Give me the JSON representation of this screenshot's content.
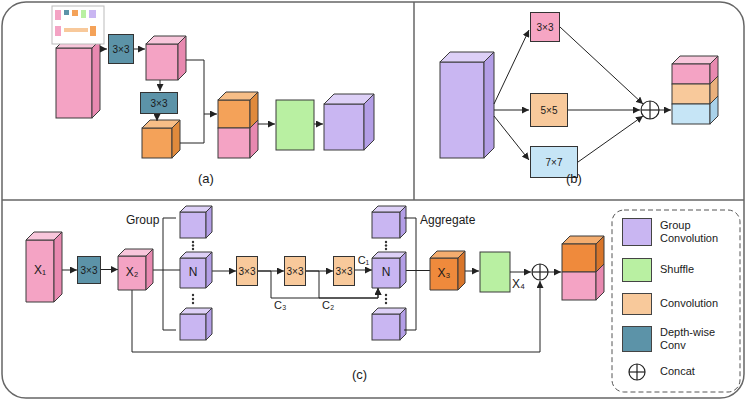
{
  "diagram": {
    "nodes": [
      {
        "text": [
          "3×3"
        ]
      },
      {
        "text": [
          "3×3"
        ]
      },
      {
        "text": [
          "3×3"
        ]
      },
      {
        "text": [
          "5×5"
        ]
      },
      {
        "text": [
          "7×7"
        ]
      },
      {
        "text": [
          "X₁"
        ]
      },
      {
        "text": [
          "3×3"
        ]
      },
      {
        "text": [
          "X₂"
        ]
      },
      {
        "text": [
          "N"
        ]
      },
      {
        "text": [
          "3×3"
        ]
      },
      {
        "text": [
          "3×3"
        ]
      },
      {
        "text": [
          "3×3"
        ]
      },
      {
        "text": [
          "N"
        ]
      },
      {
        "text": [
          "X₃"
        ]
      }
    ],
    "edges": [
      {
        "from": 5,
        "to": 6,
        "arrow": "to"
      },
      {
        "from": 6,
        "to": 7,
        "arrow": "to"
      },
      {
        "from": 7,
        "to": 8,
        "arrow": "none"
      },
      {
        "from": 8,
        "to": 9,
        "arrow": "to"
      },
      {
        "from": 9,
        "to": 10,
        "arrow": "to"
      },
      {
        "from": 10,
        "to": 11,
        "arrow": "to"
      },
      {
        "from": 11,
        "to": 12,
        "label": "C₁",
        "arrow": "to"
      },
      {
        "from": 9,
        "to": 12,
        "label": "C₃",
        "arrow": "to"
      },
      {
        "from": 10,
        "to": 12,
        "label": "C₂",
        "arrow": "to"
      },
      {
        "from": 12,
        "to": 13,
        "arrow": "none"
      }
    ],
    "labels": [
      "(a)",
      "(b)",
      "Group",
      "Aggregate",
      "X₄",
      "(c)"
    ],
    "legend": [
      {
        "text": "Group Convolution",
        "color": "#c9b6f2"
      },
      {
        "text": "Shuffle",
        "color": "#b9f0a2"
      },
      {
        "text": "Convolution",
        "color": "#f8c99b"
      },
      {
        "text": "Depth-wise Conv",
        "color": "#5c93a8"
      },
      {
        "text": "Concat"
      }
    ]
  }
}
